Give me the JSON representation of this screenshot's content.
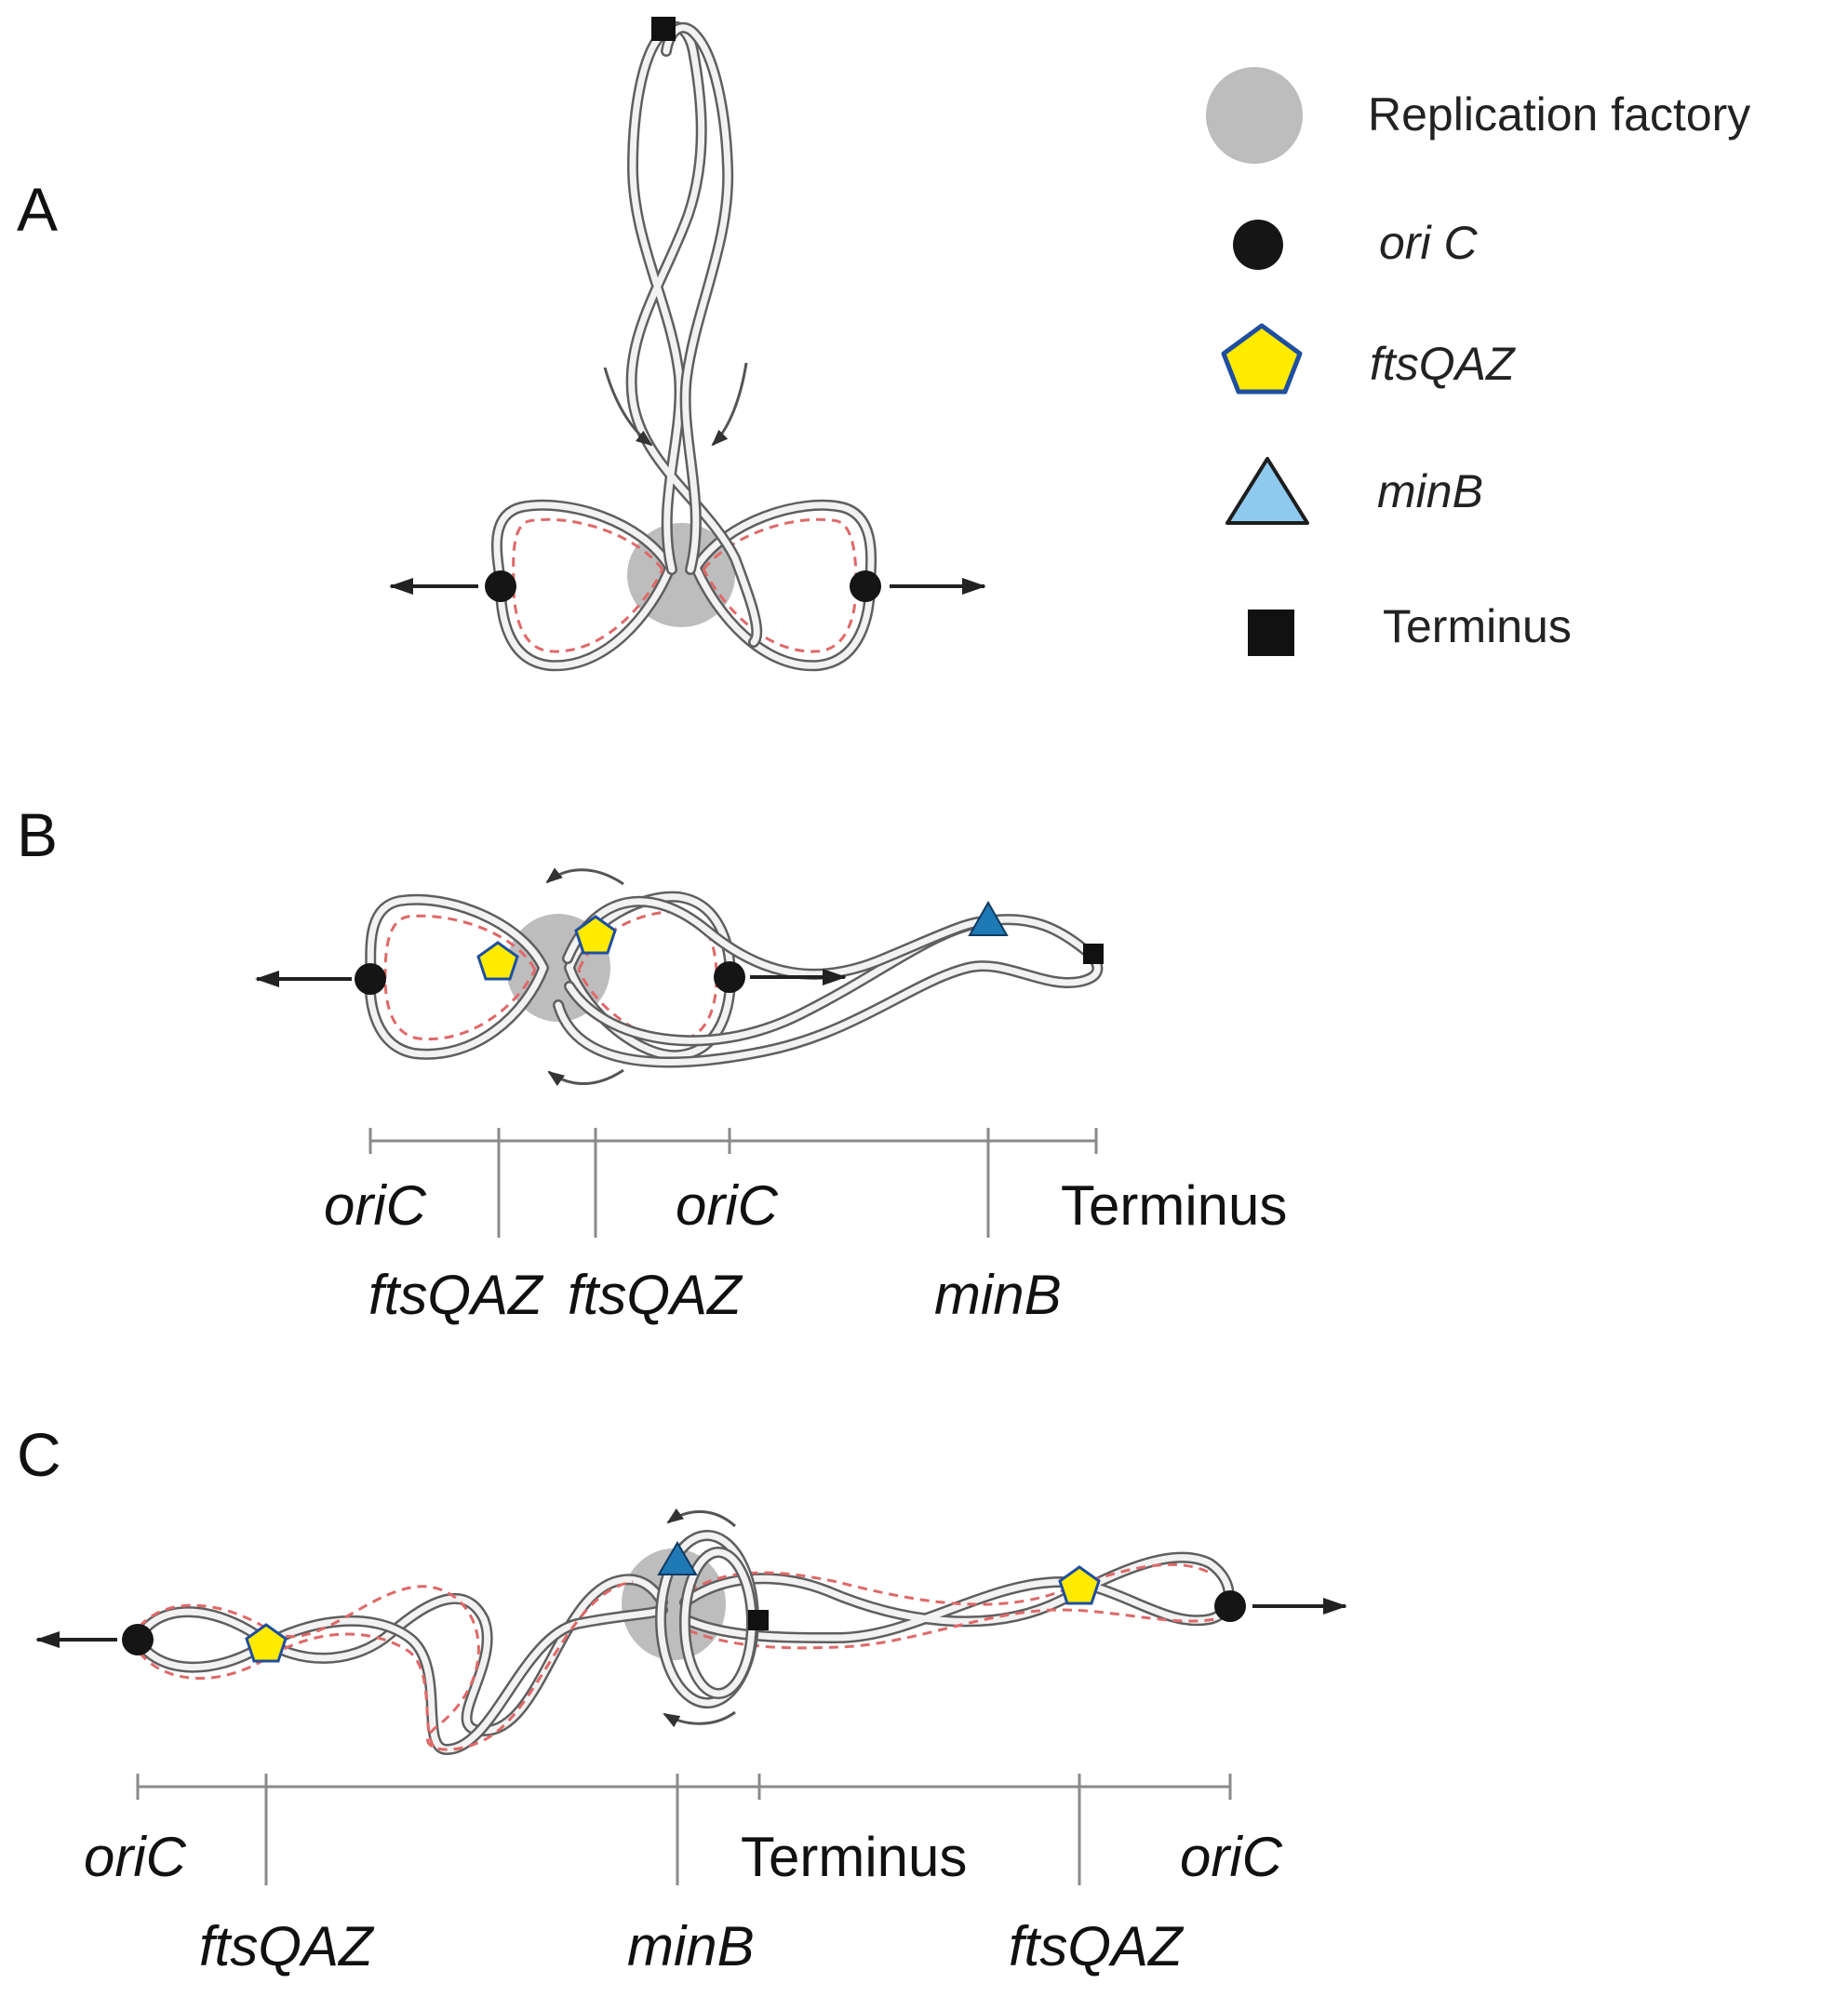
{
  "panels": {
    "a": "A",
    "b": "B",
    "c": "C"
  },
  "legend": {
    "factory": "Replication factory",
    "oric": "ori C",
    "ftsqaz": "ftsQAZ",
    "minb": "minB",
    "terminus": "Terminus"
  },
  "axis_b": {
    "oric_left": "oriC",
    "ftsqaz_1": "ftsQAZ",
    "ftsqaz_2": "ftsQAZ",
    "oric_right": "oriC",
    "minb": "minB",
    "terminus": "Terminus"
  },
  "axis_c": {
    "oric_left": "oriC",
    "ftsqaz_left": "ftsQAZ",
    "minb": "minB",
    "terminus": "Terminus",
    "ftsqaz_right": "ftsQAZ",
    "oric_right": "oriC"
  },
  "colors": {
    "factory": "#bdbdbd",
    "oric": "#151515",
    "ftsqaz_fill": "#ffeb00",
    "ftsqaz_stroke": "#1f4fa0",
    "minb_legend": "#8ec9ee",
    "minb_diagram": "#1f79b5",
    "terminus": "#111111",
    "new_strand": "#e06868"
  }
}
